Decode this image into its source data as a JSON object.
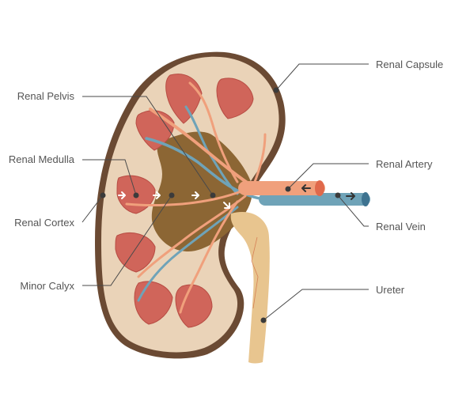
{
  "labels": {
    "renal_pelvis": "Renal Pelvis",
    "renal_medulla": "Renal Medulla",
    "renal_cortex": "Renal Cortex",
    "minor_calyx": "Minor Calyx",
    "renal_capsule": "Renal Capsule",
    "renal_artery": "Renal Artery",
    "renal_vein": "Renal Vein",
    "ureter": "Ureter"
  },
  "colors": {
    "capsule": "#6b4a33",
    "cortex": "#ead3b8",
    "medulla": "#d0655a",
    "pelvis": "#8c6634",
    "ureter": "#e8c58f",
    "artery": "#f0a07c",
    "vein": "#6fa3b8",
    "leader": "#4a4a4a"
  }
}
